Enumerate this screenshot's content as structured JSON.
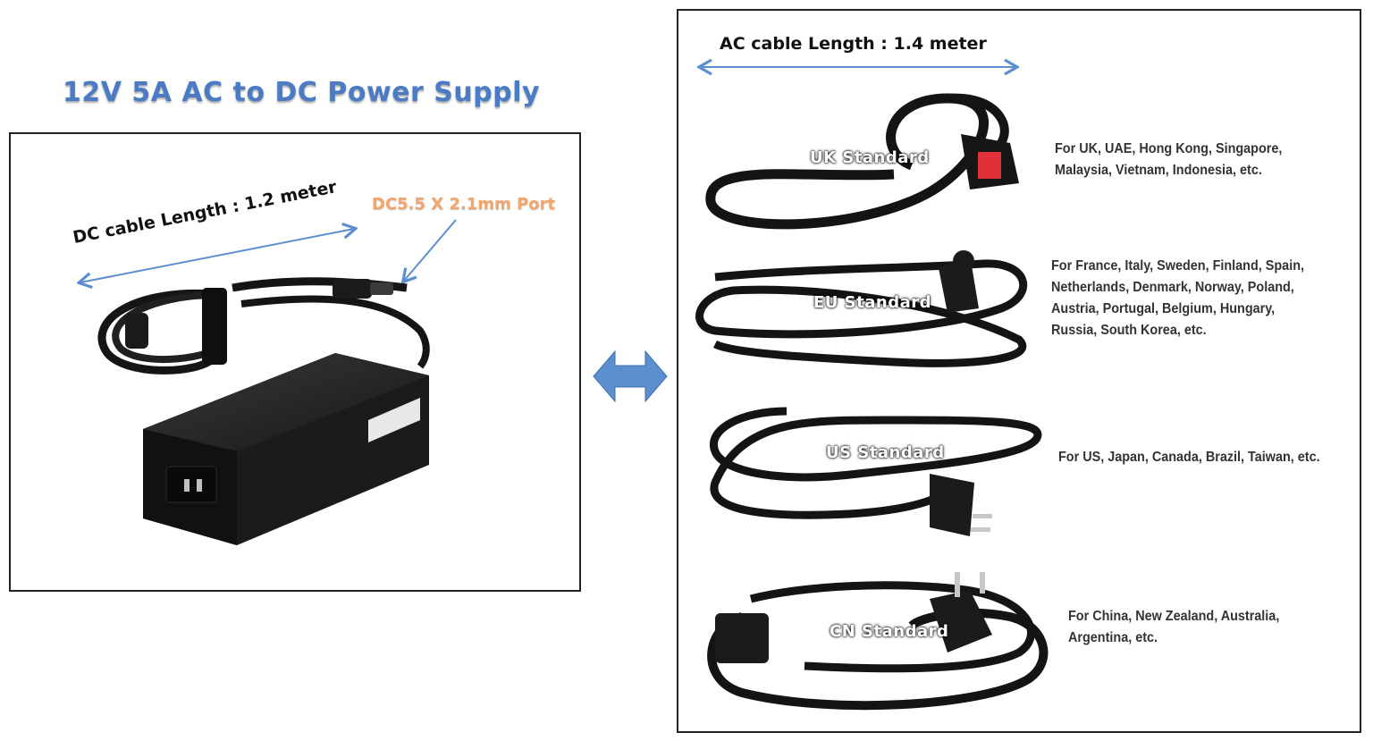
{
  "title": "12V 5A AC to DC Power Supply",
  "dc": {
    "length_label": "DC cable Length : 1.2 meter",
    "port_label": "DC5.5 X 2.1mm Port"
  },
  "ac": {
    "length_label": "AC cable Length : 1.4 meter"
  },
  "standards": [
    {
      "label": "UK Standard",
      "countries": [
        "For UK, UAE, Hong Kong, Singapore,",
        "Malaysia, Vietnam, Indonesia, etc."
      ]
    },
    {
      "label": "EU Standard",
      "countries": [
        "For France, Italy, Sweden, Finland, Spain,",
        "Netherlands, Denmark, Norway, Poland,",
        "Austria, Portugal, Belgium, Hungary,",
        "Russia, South Korea, etc."
      ]
    },
    {
      "label": "US Standard",
      "countries": [
        "For US, Japan, Canada, Brazil, Taiwan, etc."
      ]
    },
    {
      "label": "CN Standard",
      "countries": [
        "For China, New Zealand, Australia,",
        "Argentina, etc."
      ]
    }
  ],
  "colors": {
    "arrow_blue": "#5b8fd0",
    "title_blue": "#4a7bc4",
    "port_orange": "#f4a56b"
  },
  "icons": [
    "double-arrow-icon",
    "power-adapter-image",
    "cable-image"
  ]
}
